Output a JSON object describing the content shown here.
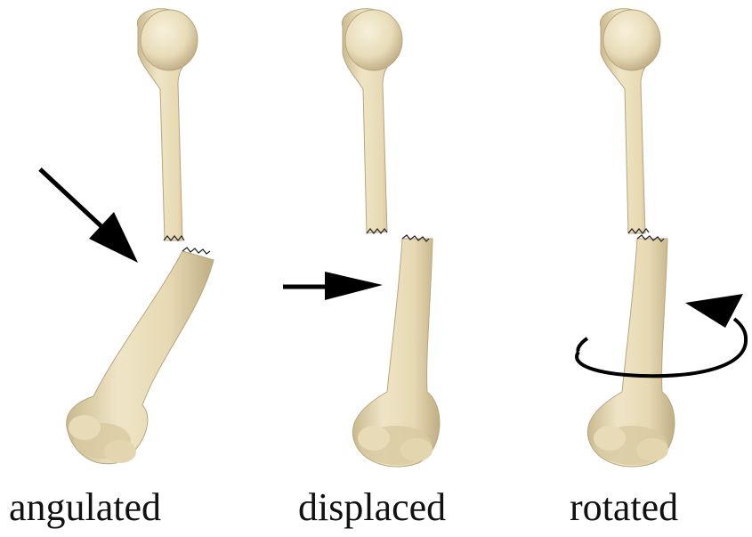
{
  "colors": {
    "bone_fill": "#e8dcb8",
    "bone_shade": "#c9b98f",
    "bone_highlight": "#f7f0dc",
    "ink": "#000000",
    "background": "#ffffff"
  },
  "panels": [
    {
      "id": "angulated",
      "label": "angulated",
      "arrow_icon": "arrow-right-down-icon"
    },
    {
      "id": "displaced",
      "label": "displaced",
      "arrow_icon": "arrow-right-icon"
    },
    {
      "id": "rotated",
      "label": "rotated",
      "arrow_icon": "rotation-arrow-icon"
    }
  ]
}
